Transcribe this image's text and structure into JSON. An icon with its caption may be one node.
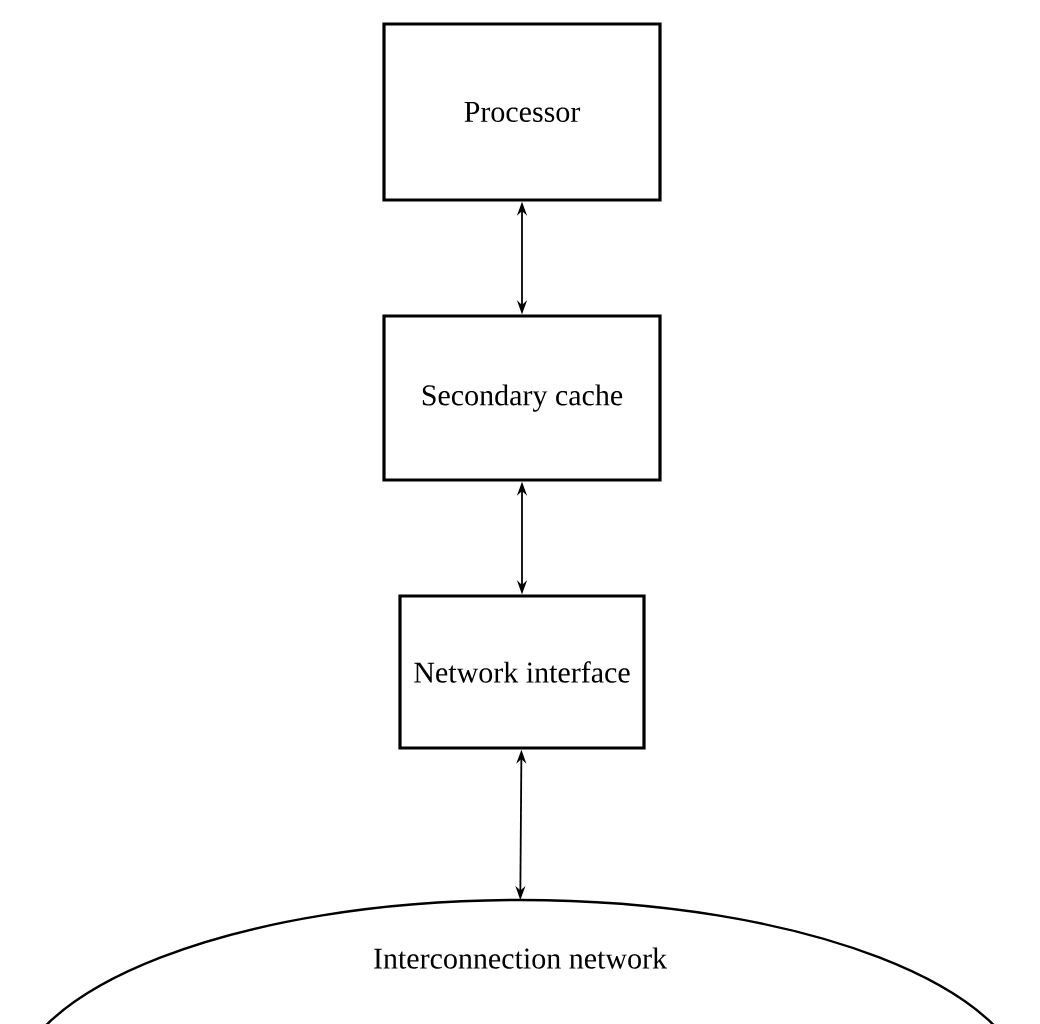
{
  "diagram": {
    "nodes": [
      {
        "text": [
          "Processor"
        ]
      },
      {
        "text": [
          "Secondary cache"
        ]
      },
      {
        "text": [
          "Network interface"
        ]
      },
      {
        "text": [
          "Interconnection network"
        ]
      }
    ],
    "edges": [
      {
        "from": 0,
        "to": 1,
        "arrow": "both"
      },
      {
        "from": 1,
        "to": 2,
        "arrow": "both"
      },
      {
        "from": 2,
        "to": 3,
        "arrow": "both"
      }
    ]
  }
}
